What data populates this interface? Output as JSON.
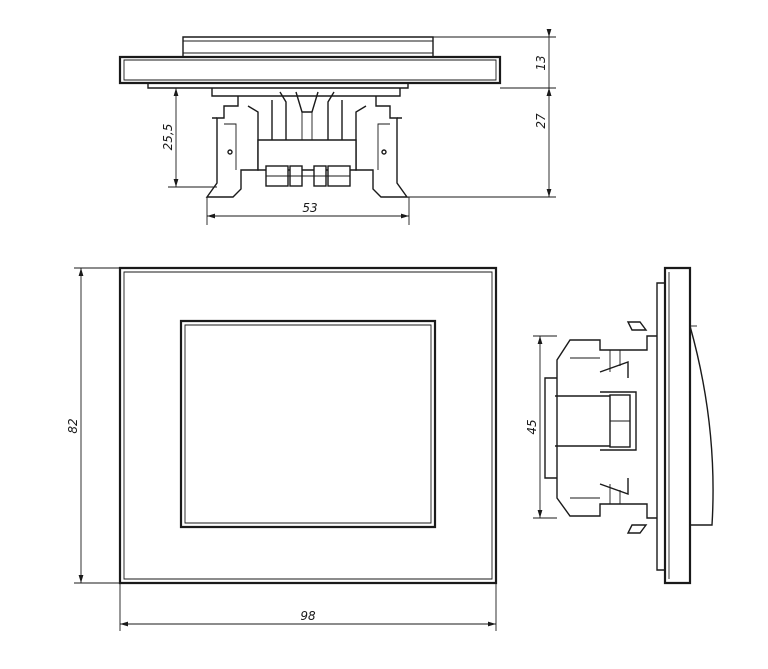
{
  "dimensions": {
    "top_view": {
      "overall_height": "13",
      "mechanism_depth": "27",
      "claw_depth": "25,5",
      "mechanism_width": "53"
    },
    "front_view": {
      "height": "82",
      "width": "98"
    },
    "side_view": {
      "mechanism_height": "45"
    }
  },
  "colors": {
    "line": "#1a1a1a",
    "background": "#ffffff"
  }
}
